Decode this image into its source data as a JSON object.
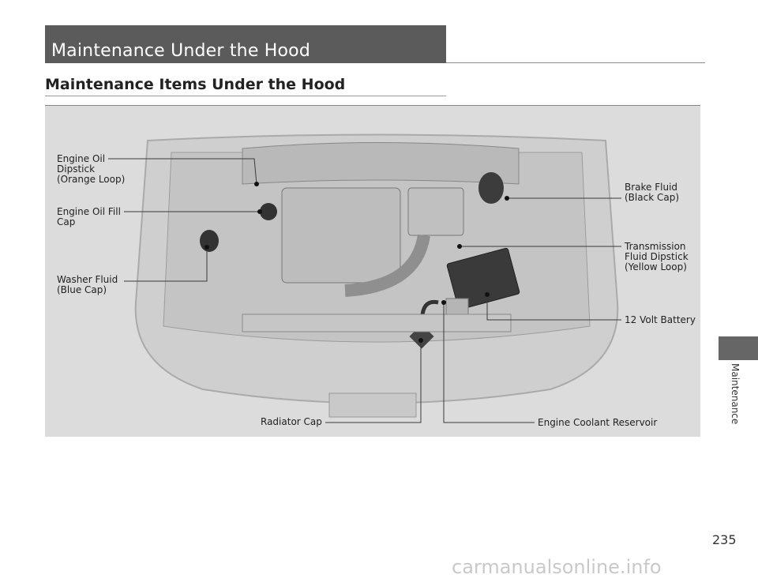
{
  "header": {
    "title": "Maintenance Under the Hood"
  },
  "section": {
    "title": "Maintenance Items Under the Hood"
  },
  "labels": {
    "engine_oil_dipstick": "Engine Oil\nDipstick\n(Orange Loop)",
    "engine_oil_fill_cap": "Engine Oil Fill\nCap",
    "washer_fluid": "Washer Fluid\n(Blue Cap)",
    "brake_fluid": "Brake Fluid\n(Black Cap)",
    "transmission_dipstick": "Transmission\nFluid Dipstick\n(Yellow Loop)",
    "battery": "12 Volt Battery",
    "radiator_cap": "Radiator Cap",
    "coolant_reservoir": "Engine Coolant Reservoir"
  },
  "sidebar": {
    "section": "Maintenance"
  },
  "footer": {
    "page_number": "235",
    "watermark": "carmanualsonline.info"
  }
}
